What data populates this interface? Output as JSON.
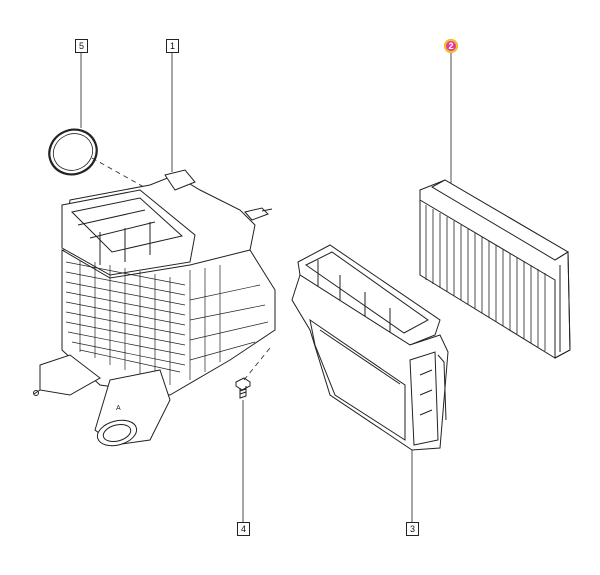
{
  "callouts": [
    {
      "id": "1",
      "label": "1"
    },
    {
      "id": "2",
      "label": "2",
      "highlighted": true
    },
    {
      "id": "3",
      "label": "3"
    },
    {
      "id": "4",
      "label": "4"
    },
    {
      "id": "5",
      "label": "5"
    }
  ],
  "colors": {
    "line": "#222222",
    "highlight_fill": "#e8389a",
    "highlight_ring": "#f2c12e",
    "highlight_text": "#ffffff"
  }
}
